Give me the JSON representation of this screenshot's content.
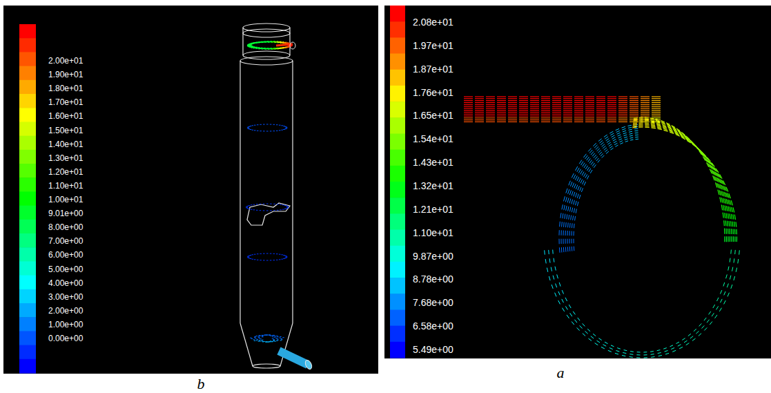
{
  "diagram": {
    "labels": [
      "2.00e+01",
      "1.90e+01",
      "1.80e+01",
      "1.70e+01",
      "1.60e+01",
      "1.50e+01",
      "1.40e+01",
      "1.30e+01",
      "1.20e+01",
      "1.10e+01",
      "1.00e+01",
      "9.01e+00",
      "8.00e+00",
      "7.00e+00",
      "6.00e+00",
      "5.00e+00",
      "4.00e+00",
      "3.00e+00",
      "2.00e+00",
      "1.00e+00",
      "0.00e+00",
      "2.08e+01",
      "1.97e+01",
      "1.87e+01",
      "1.76e+01",
      "1.65e+01",
      "1.54e+01",
      "1.43e+01",
      "1.32e+01",
      "1.21e+01",
      "1.10e+01",
      "9.87e+00",
      "8.78e+00",
      "7.68e+00",
      "6.58e+00",
      "5.49e+00",
      "b",
      "a"
    ]
  }
}
